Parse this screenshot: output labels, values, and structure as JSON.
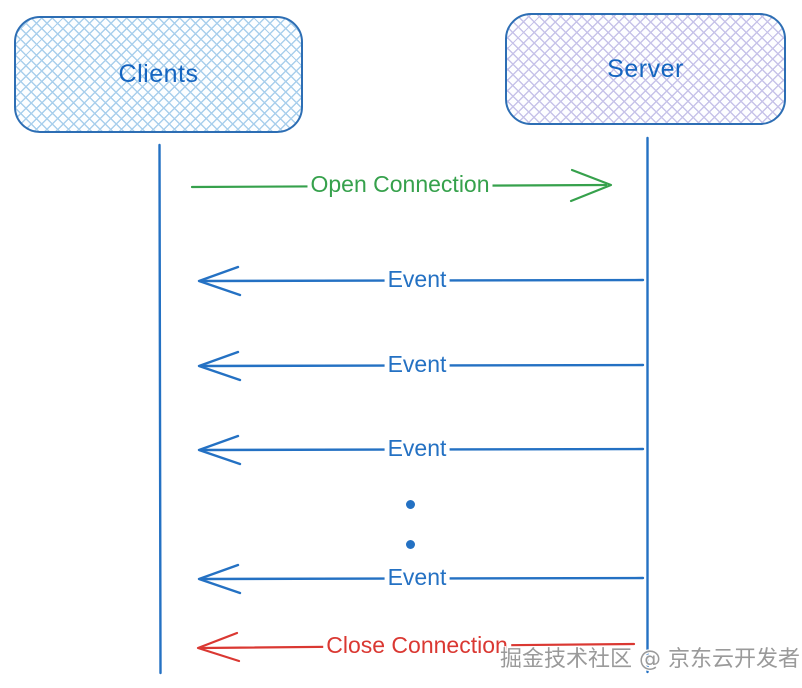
{
  "colors": {
    "blue": "#2471c3",
    "green": "#36a14c",
    "red": "#da3832",
    "box_border": "#2d6eb4",
    "box_label": "#1565c0",
    "hatch_blue": "#a9cfec",
    "hatch_purple": "#c7c3e9",
    "watermark_gray": "#9a9a9a"
  },
  "actors": [
    {
      "id": "clients",
      "label": "Clients"
    },
    {
      "id": "server",
      "label": "Server"
    }
  ],
  "messages": [
    {
      "id": "open-connection",
      "label": "Open Connection",
      "from": "Clients",
      "to": "Server",
      "direction": "right",
      "color": "green"
    },
    {
      "id": "event-1",
      "label": "Event",
      "from": "Server",
      "to": "Clients",
      "direction": "left",
      "color": "blue"
    },
    {
      "id": "event-2",
      "label": "Event",
      "from": "Server",
      "to": "Clients",
      "direction": "left",
      "color": "blue"
    },
    {
      "id": "event-3",
      "label": "Event",
      "from": "Server",
      "to": "Clients",
      "direction": "left",
      "color": "blue"
    },
    {
      "id": "event-4",
      "label": "Event",
      "from": "Server",
      "to": "Clients",
      "direction": "left",
      "color": "blue"
    },
    {
      "id": "close-connection",
      "label": "Close Connection",
      "from": "Server",
      "to": "Clients",
      "direction": "left",
      "color": "red"
    }
  ],
  "ellipsis": {
    "dots_count": 2
  },
  "watermark": {
    "text": "掘金技术社区 @ 京东云开发者"
  }
}
